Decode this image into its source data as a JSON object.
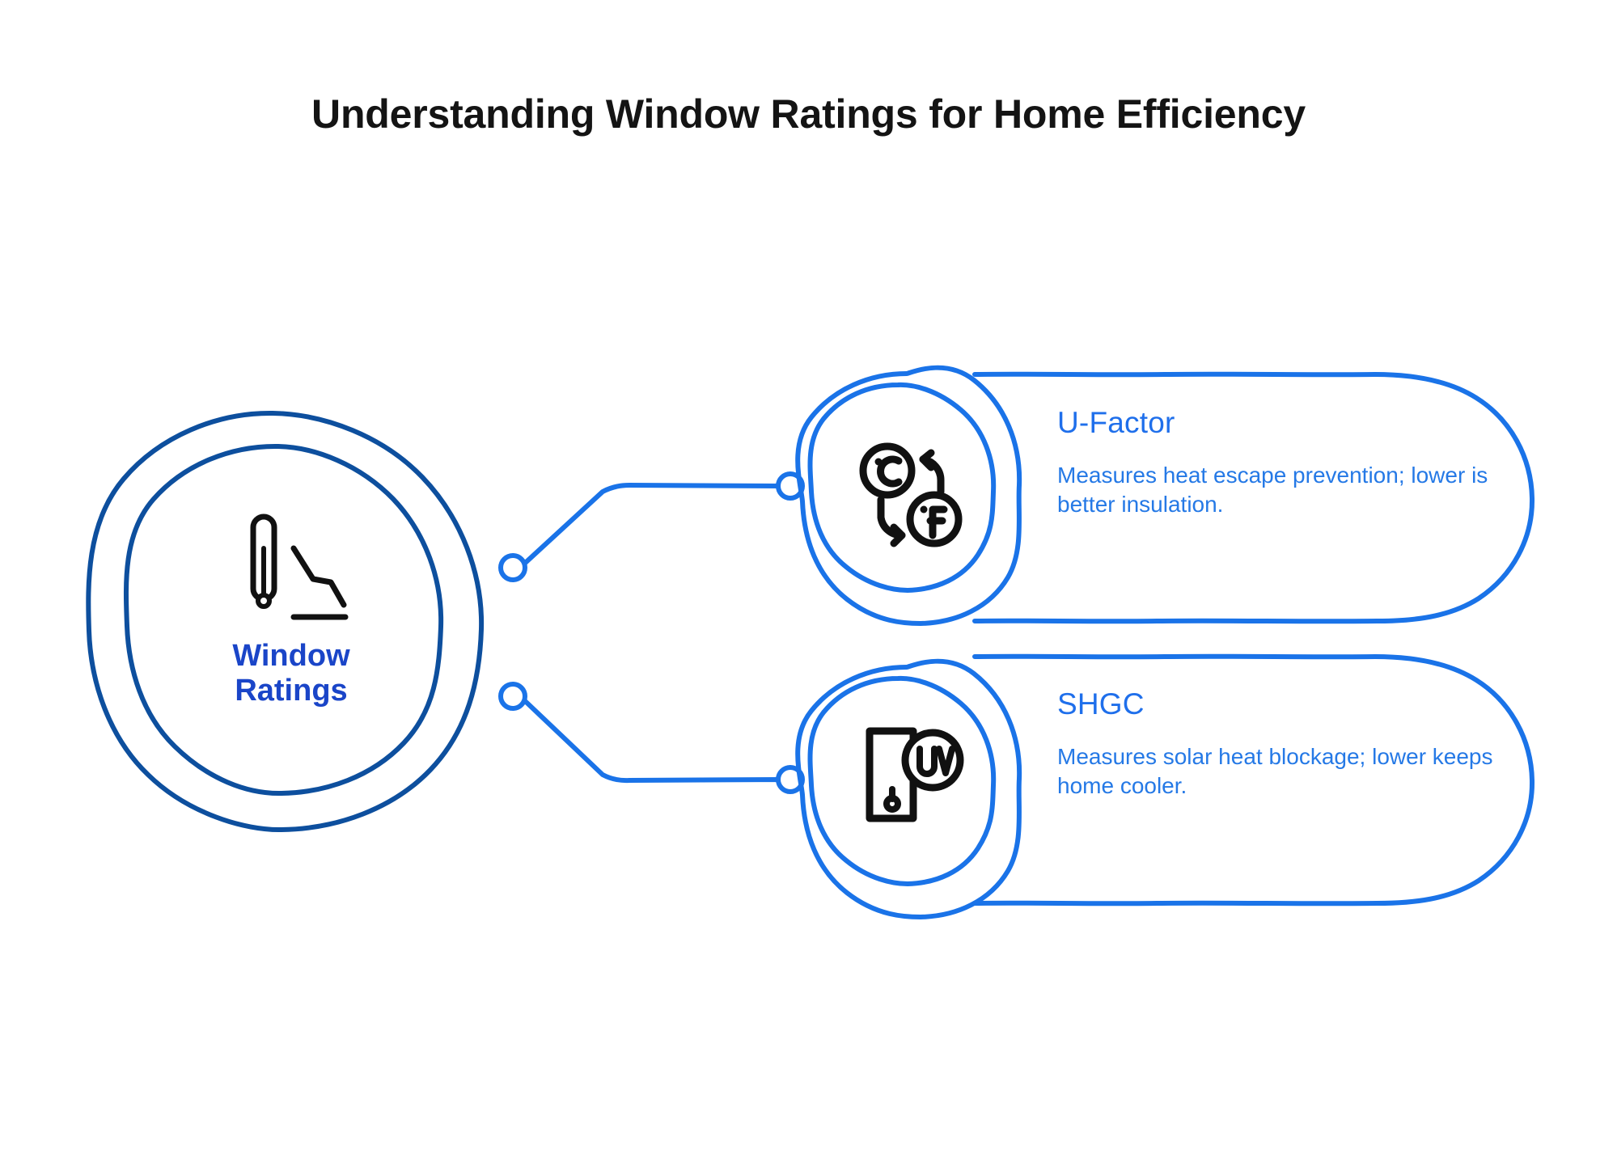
{
  "page": {
    "title": "Understanding Window Ratings for Home Efficiency",
    "background_color": "#ffffff",
    "title_color": "#141414"
  },
  "theme": {
    "central_stroke": "#0d4f9e",
    "branch_stroke": "#1a73e8",
    "central_label_color": "#1a45c8",
    "card_title_color": "#1f6feb",
    "card_desc_color": "#2579e6",
    "icon_color": "#111111"
  },
  "central_node": {
    "label_line1": "Window",
    "label_line2": "Ratings",
    "icon": "thermometer-declining-chart-icon"
  },
  "branches": [
    {
      "id": "u-factor",
      "title": "U-Factor",
      "description": "Measures heat escape prevention; lower is better insulation.",
      "icon": "celsius-fahrenheit-conversion-icon"
    },
    {
      "id": "shgc",
      "title": "SHGC",
      "description": "Measures solar heat blockage; lower keeps home cooler.",
      "icon": "window-uv-blocking-icon"
    }
  ],
  "connectors": [
    {
      "id": "connector-u-factor",
      "from": "central-node",
      "to": "u-factor"
    },
    {
      "id": "connector-shgc",
      "from": "central-node",
      "to": "shgc"
    }
  ]
}
